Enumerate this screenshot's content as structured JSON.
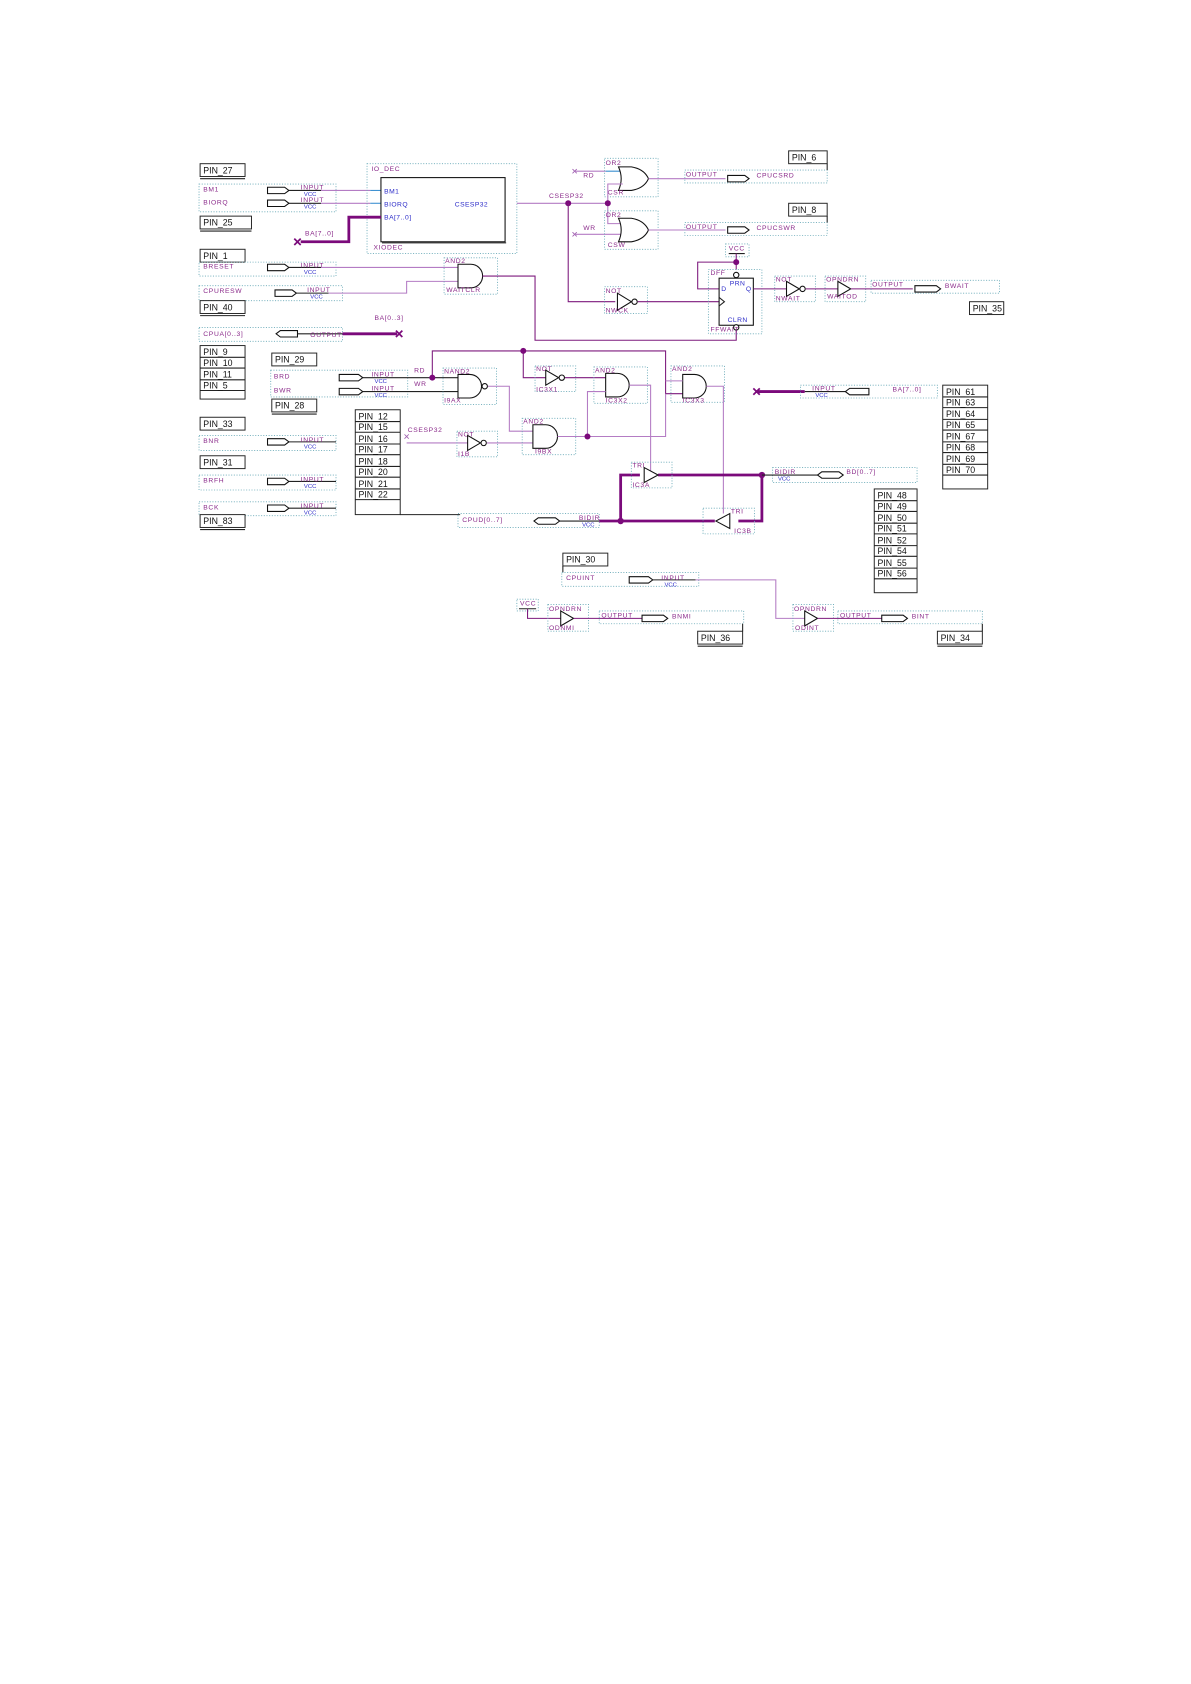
{
  "common": {
    "input": "INPUT",
    "output": "OUTPUT",
    "vcc": "VCC",
    "bidir": "BIDIR",
    "not": "NOT",
    "and2": "AND2",
    "nand2": "NAND2",
    "or2": "OR2",
    "tri": "TRI",
    "opndrn": "OPNDRN",
    "dff": "DFF"
  },
  "pins": {
    "p27": "PIN_27",
    "p25": "PIN_25",
    "p1": "PIN_1",
    "p40": "PIN_40",
    "cpua": [
      "PIN_9",
      "PIN_10",
      "PIN_11",
      "PIN_5"
    ],
    "p29": "PIN_29",
    "p28": "PIN_28",
    "p33": "PIN_33",
    "p31": "PIN_31",
    "p83": "PIN_83",
    "cpud": [
      "PIN_12",
      "PIN_15",
      "PIN_16",
      "PIN_17",
      "PIN_18",
      "PIN_20",
      "PIN_21",
      "PIN_22"
    ],
    "p6": "PIN_6",
    "p8": "PIN_8",
    "p35": "PIN_35",
    "ba": [
      "PIN_61",
      "PIN_63",
      "PIN_64",
      "PIN_65",
      "PIN_67",
      "PIN_68",
      "PIN_69",
      "PIN_70"
    ],
    "bd": [
      "PIN_48",
      "PIN_49",
      "PIN_50",
      "PIN_51",
      "PIN_52",
      "PIN_54",
      "PIN_55",
      "PIN_56"
    ],
    "p30": "PIN_30",
    "p36": "PIN_36",
    "p34": "PIN_34"
  },
  "signals": {
    "bm1": "BM1",
    "biorq": "BIORQ",
    "breset": "BRESET",
    "cpuresw": "CPURESW",
    "cpua": "CPUA[0..3]",
    "brd": "BRD",
    "bwr": "BWR",
    "bnr": "BNR",
    "brfh": "BRFH",
    "bck": "BCK",
    "cpud": "CPUD[0..7]",
    "cpucsrd": "CPUCSRD",
    "cpucswr": "CPUCSWR",
    "bwait": "BWAIT",
    "ba_in": "BA[7..0]",
    "bd": "BD[0..7]",
    "cpuint": "CPUINT",
    "bnmi": "BNMI",
    "bint": "BINT"
  },
  "nets": {
    "ba70": "BA[7..0]",
    "ba03": "BA[0..3]",
    "csesp32": "CSESP32",
    "rd": "RD",
    "wr": "WR"
  },
  "iodec": {
    "title": "IO_DEC",
    "instance": "XIODEC",
    "ports": [
      "BM1",
      "BIORQ",
      "BA[7..0]"
    ],
    "out": "CSESP32"
  },
  "instances": {
    "waitclr": "WAITCLR",
    "csr": "CSR",
    "csw": "CSW",
    "nwck": "NWCK",
    "ffwait": "FFWAIT",
    "nwait": "NWAIT",
    "waitod": "WAITOD",
    "i9ax": "I9AX",
    "ic3x1": "IC3X1",
    "ic3x2": "IC3X2",
    "ic3x3": "IC3X3",
    "i1b": "I1B",
    "i9bx": "I9BX",
    "ic3a": "IC3A",
    "ic3b": "IC3B",
    "odnmi": "ODNMI",
    "odint": "ODINT"
  },
  "dff_ports": {
    "prn": "PRN",
    "d": "D",
    "q": "Q",
    "clrn": "CLRN"
  }
}
